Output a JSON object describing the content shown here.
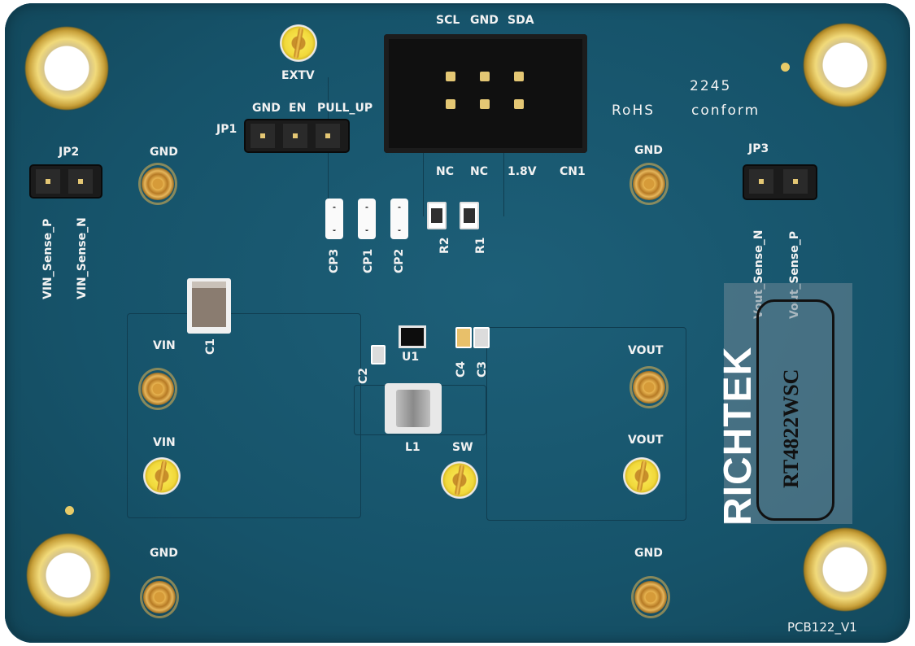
{
  "board": {
    "connector_labels": {
      "scl": "SCL",
      "gnd": "GND",
      "sda": "SDA",
      "nc_a": "NC",
      "nc_b": "NC",
      "v18": "1.8V",
      "cn1": "CN1"
    },
    "jp1": {
      "name": "JP1",
      "gnd": "GND",
      "en": "EN",
      "pull_up": "PULL_UP"
    },
    "jp2": {
      "name": "JP2",
      "sense_p": "VIN_Sense_P",
      "sense_n": "VIN_Sense_N"
    },
    "jp3": {
      "name": "JP3",
      "sense_n": "Vout_Sense_N",
      "sense_p": "Vout_Sense_P"
    },
    "extv": "EXTV",
    "date_code": "2245",
    "rohs": "RoHS",
    "conform": "conform",
    "gnd_tl": "GND",
    "gnd_tr": "GND",
    "gnd_bl": "GND",
    "gnd_br": "GND",
    "vin_1": "VIN",
    "vin_2": "VIN",
    "vout_1": "VOUT",
    "vout_2": "VOUT",
    "sw": "SW",
    "cp3": "CP3",
    "cp1": "CP1",
    "cp2": "CP2",
    "r2": "R2",
    "r1": "R1",
    "c1": "C1",
    "c2": "C2",
    "c3": "C3",
    "c4": "C4",
    "u1": "U1",
    "l1": "L1",
    "brand": "RICHTEK",
    "part_number": "RT4822WSC",
    "pcb_rev": "PCB122_V1"
  },
  "colors": {
    "pcb": "#16536a",
    "silkscreen": "#f2f2f2",
    "gold": "#e8cb68"
  }
}
